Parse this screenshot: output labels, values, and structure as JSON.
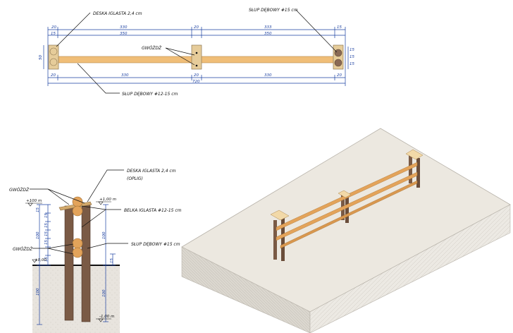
{
  "plan": {
    "label_deska": "DESKA IGLASTA 2,4 cm",
    "label_slup_top": "SŁUP DĘBOWY #15 cm",
    "label_gwozdz": "GWÓŹDŹ",
    "label_slup_bottom": "SŁUP DĘBOWY #12-15 cm",
    "top_dims_row1": [
      "20",
      "330",
      "20",
      "333",
      "15"
    ],
    "top_dims_row2": [
      "15",
      "350",
      "350"
    ],
    "bottom_dims_row1": [
      "20",
      "330",
      "20",
      "330",
      "20"
    ],
    "bottom_total": "720",
    "side_dims": [
      "50",
      "50",
      "15",
      "15",
      "15"
    ]
  },
  "section": {
    "label_deska": "DESKA IGLASTA 2,4 cm",
    "label_deska_sub": "(OPLIG)",
    "label_gwozdz_top": "GWÓŹDŹ",
    "label_gwozdz_mid": "GWÓŹDŹ",
    "label_belka": "BELKA IGLASTA #12-15 cm",
    "label_slup": "SŁUP DĘBOWY #15 cm",
    "level_top": "+100 m",
    "level_right": "+1,00 m",
    "level_ground": "±0,00",
    "level_bottom": "-1,00 m",
    "dims_left": [
      "15",
      "100",
      "15",
      "15",
      "15",
      "15",
      "15"
    ],
    "dim_below": "100",
    "dim_right_top": "100",
    "dim_right_bottom": "100",
    "dim_right_small": "15"
  },
  "colors": {
    "wood_light": "#f0be78",
    "wood_dark": "#7a5a45",
    "post_plan": "#e6cc9a",
    "dimension": "#1a3fa0",
    "platform_top": "#ece8e0",
    "platform_side": "#d9d5cd"
  }
}
